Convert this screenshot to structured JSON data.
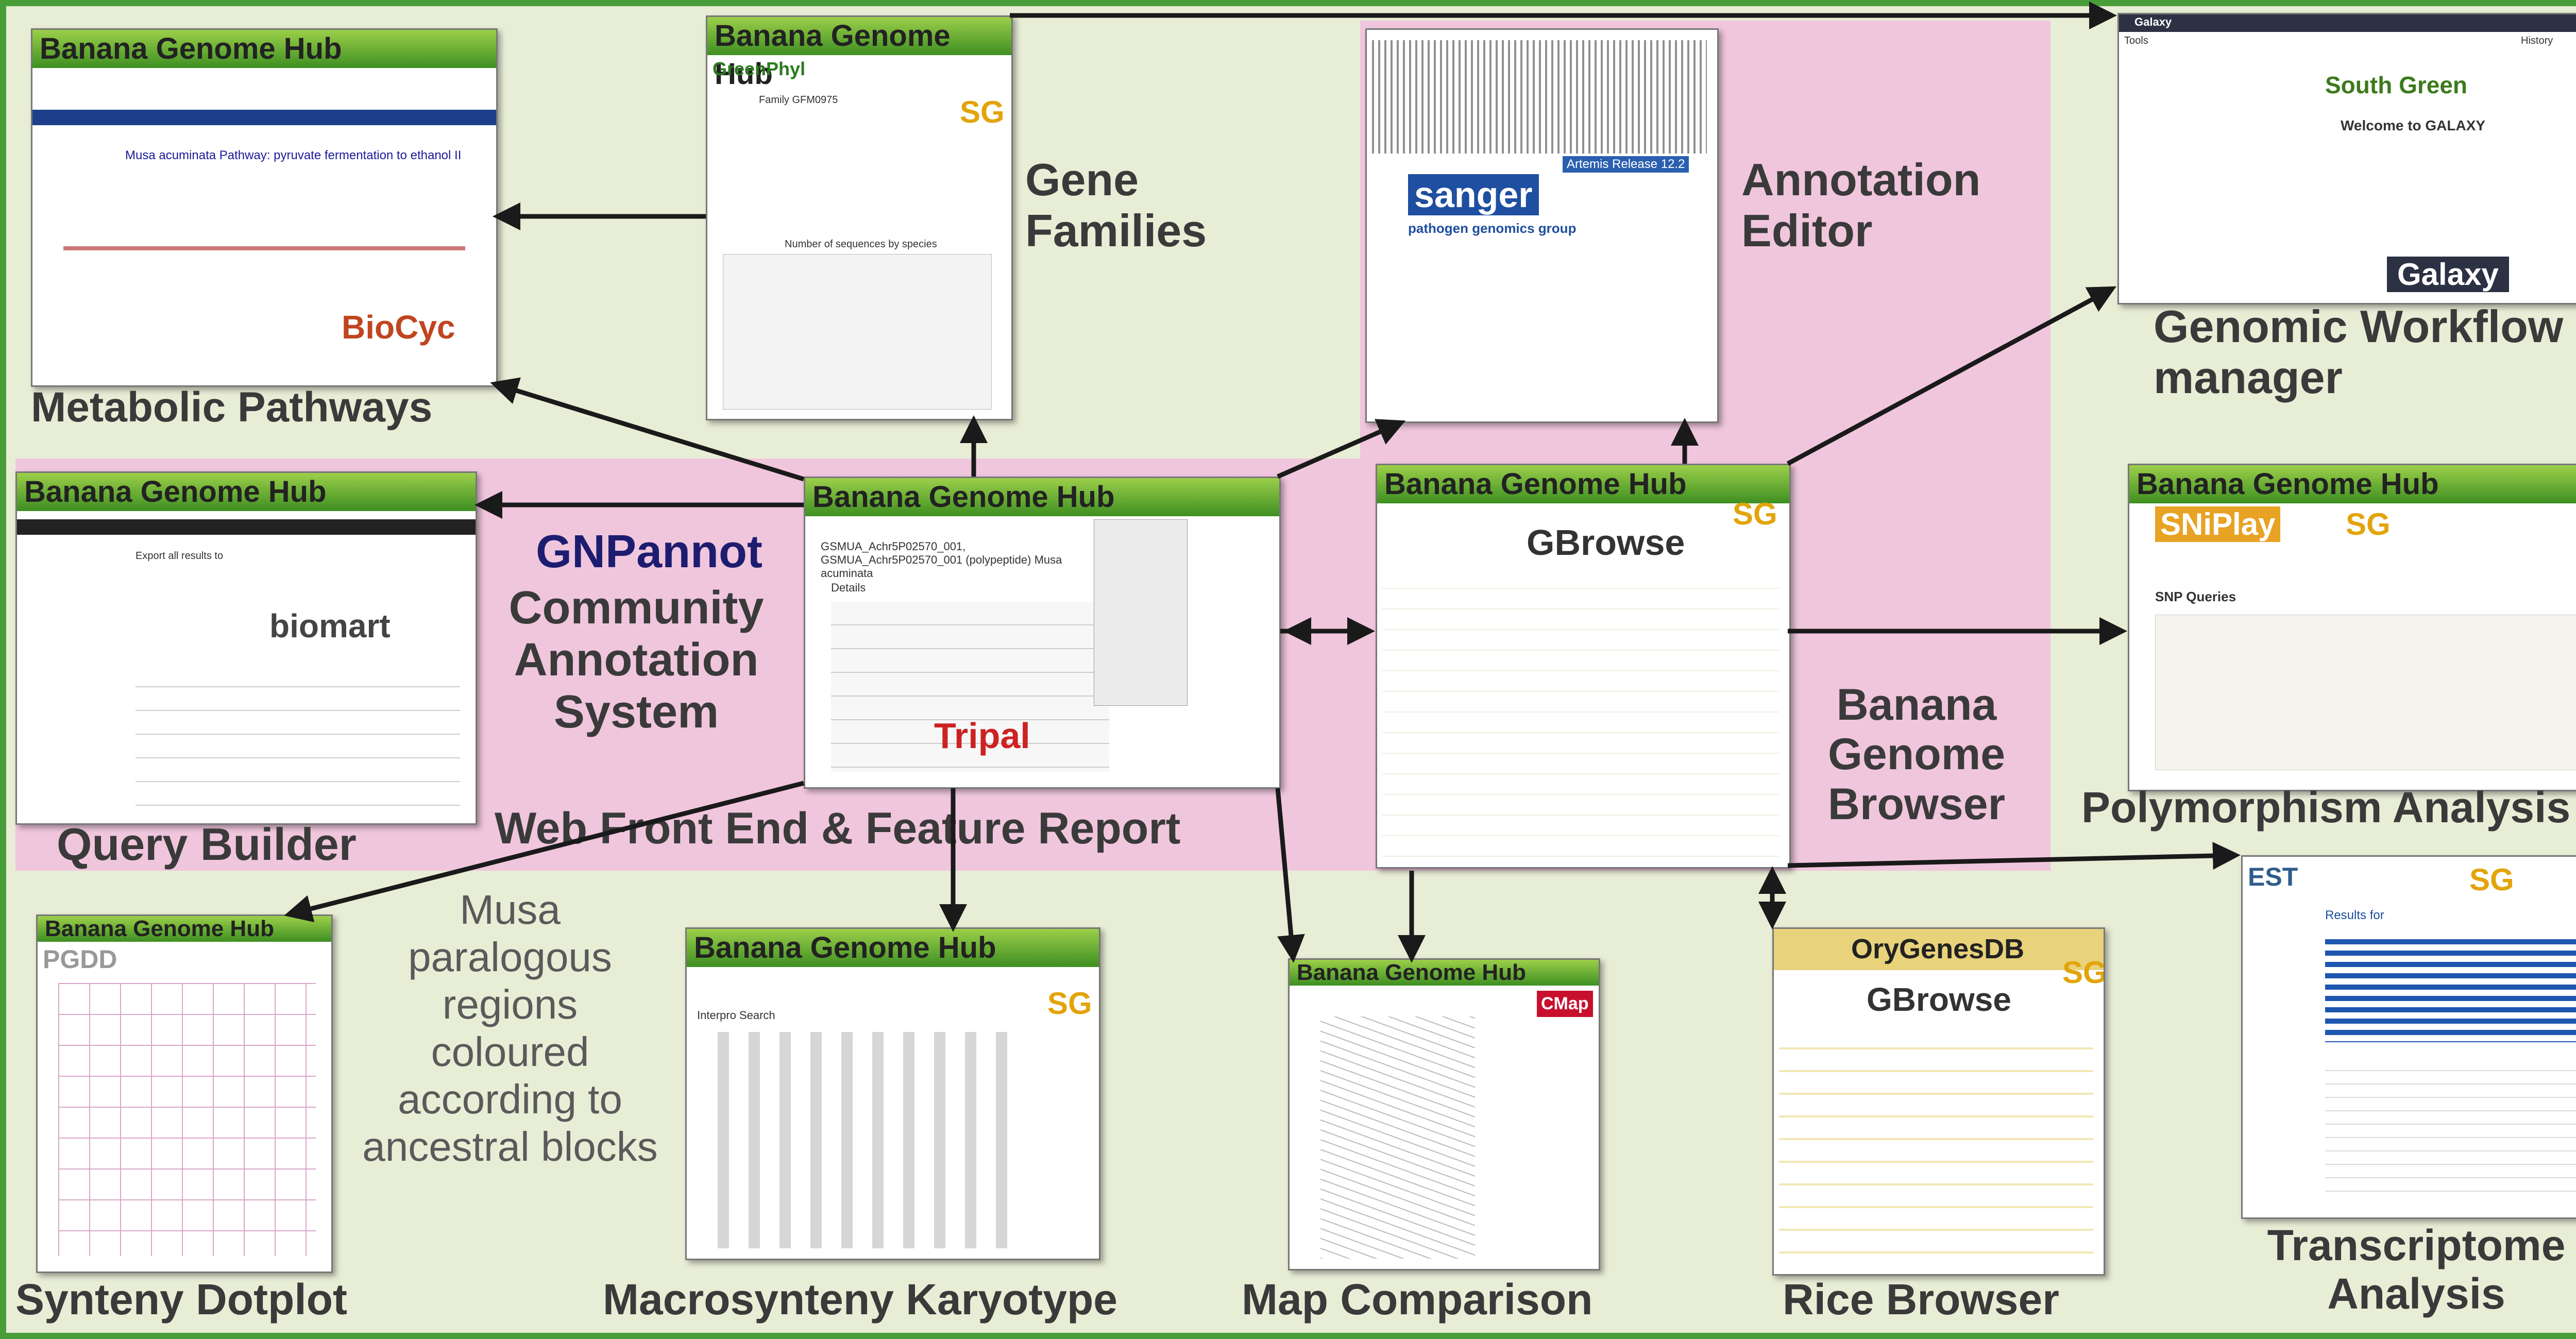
{
  "hub_title": "Banana Genome Hub",
  "sg_badge": "SG",
  "labels": {
    "metabolic": "Metabolic Pathways",
    "gene_families": "Gene Families",
    "annotation_editor": "Annotation Editor",
    "genomic_workflow": "Genomic Workflow manager",
    "query_builder": "Query Builder",
    "community_annotation": "Community Annotation System",
    "web_front_end": "Web Front End & Feature Report",
    "banana_browser": "Banana Genome Browser",
    "polymorphism": "Polymorphism Analysis",
    "synteny": "Synteny Dotplot",
    "paralogous": "Musa paralogous regions coloured according to ancestral blocks",
    "macrosynteny": "Macrosynteny Karyotype",
    "map_comparison": "Map Comparison",
    "rice_browser": "Rice Browser",
    "transcriptome": "Transcriptome Analysis"
  },
  "logos": {
    "biocyc": "BioCyc",
    "greenphyl": "GreenPhyl",
    "sanger": "sanger",
    "sanger_sub": "pathogen genomics group",
    "artemis": "Artemis Release 12.2",
    "galaxy": "Galaxy",
    "south_green": "South Green",
    "welcome_galaxy": "Welcome to GALAXY",
    "gnpannot": "GNPannot",
    "biomart": "biomart",
    "tripal": "Tripal",
    "gbrowse": "GBrowse",
    "sniplay": "SNiPlay",
    "pgdd": "PGDD",
    "orygenesdb": "OryGenesDB",
    "est2": "EST",
    "cmap": "CMap"
  },
  "panel_text": {
    "metabolic_heading": "Musa acuminata Pathway: pyruvate fermentation to ethanol II",
    "gene_family": "Family GFM0975",
    "sequence_chart": "Number of sequences by species",
    "galaxy_tools": "Tools",
    "galaxy_history": "History",
    "query_export": "Export all results to",
    "feature_title": "GSMUA_Achr5P02570_001, GSMUA_Achr5P02570_001 (polypeptide) Musa acuminata",
    "details": "Details",
    "snp_queries": "SNP Queries",
    "interpro_search": "Interpro Search",
    "results_for": "Results for"
  },
  "colors": {
    "hub_green": "#3e8f22",
    "pink_region": "#f0c6dd",
    "frame_green": "#4a9e3a",
    "arrow": "#1a1a1a"
  }
}
